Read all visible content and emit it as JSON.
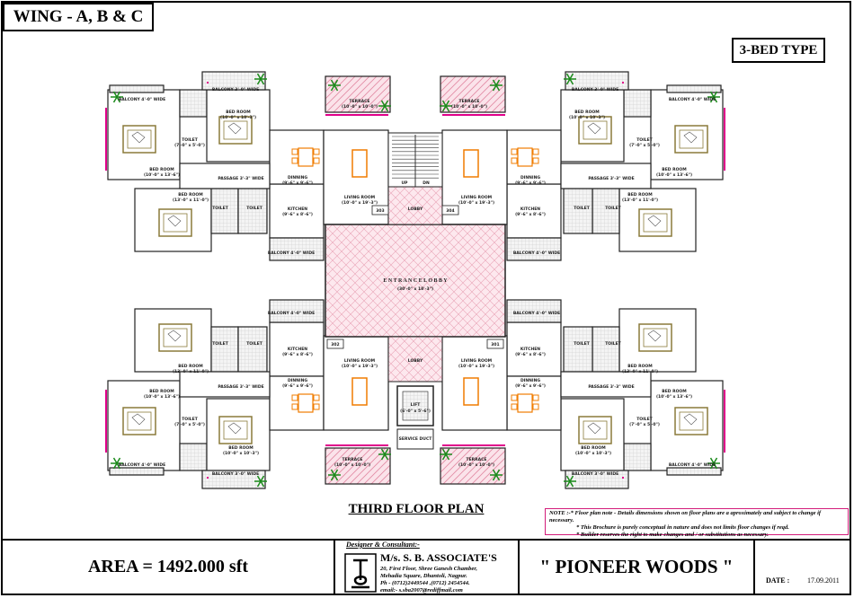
{
  "header": {
    "wing": "WING - A, B & C",
    "type": "3-BED TYPE"
  },
  "plan": {
    "title": "THIRD FLOOR PLAN",
    "entrance_lobby": "E N T R A N C E  L O B B Y",
    "entrance_lobby_size": "(30'-0\" x 18'-3\")",
    "lobby": "LOBBY",
    "lift": "LIFT",
    "lift_size": "(6'-0\" x 5'-6\")",
    "service_duct": "SERVICE DUCT",
    "up": "UP",
    "dn": "DN",
    "flats": [
      "303",
      "304",
      "302",
      "301"
    ],
    "rooms": {
      "living": "LIVING ROOM",
      "living_size": "(10'-0\" x 19'-3\")",
      "dinning": "DINNING",
      "dinning_size": "(9'-6\" x 9'-6\")",
      "kitchen": "KITCHEN",
      "kitchen_size": "(9'-6\" x 8'-6\")",
      "terrace": "TERRACE",
      "terrace_size": "(10'-0\" x 10'-0\")",
      "bed": "BED ROOM",
      "bed_size_a": "(10'-0\" x 10'-3\")",
      "bed_size_b": "(13'-0\" x 11'-0\")",
      "bed_size_c": "(10'-0\" x 13'-6\")",
      "toilet": "TOILET",
      "toilet_size": "(7'-0\" x 5'-0\")",
      "passage": "PASSAGE 3'-3\" WIDE",
      "balcony": "BALCONY 4'-0\" WIDE",
      "balcony_b": "BALCONY 3'-0\" WIDE"
    }
  },
  "notes": {
    "line1": "NOTE :-* Floor plan note - Details dimensions shown on floor plans are a aproximately and subject to change if necessary.",
    "line2": "* This Brochure is purely conceptual in nature and does not limits floor changes if reqd.",
    "line3": "* Builder reserves the right to make changes and / or substitutions as necessary."
  },
  "footer": {
    "area": "AREA = 1492.000 sft",
    "consultant_heading": "Designer & Consultant:-",
    "consultant_name": "M/s. S. B. ASSOCIATE'S",
    "address1": "20, First Floor, Shree Ganesh Chamber,",
    "address2": "Mehadia Square, Dhantoli, Nagpur.",
    "phone": "Ph - (0712)2449544 ,(0712) 2454544.",
    "email": "email:- s.sba2007@rediffmail.com",
    "project": "\" PIONEER  WOODS \"",
    "date_label": "DATE :",
    "date_value": "17.09.2011"
  },
  "colors": {
    "wall": "#222222",
    "accent": "#e0008a",
    "furniture": "#f07c00",
    "tile": "#d8d8d8",
    "plant": "#1a8a1a",
    "lobby_tile": "#f3b8c6"
  }
}
